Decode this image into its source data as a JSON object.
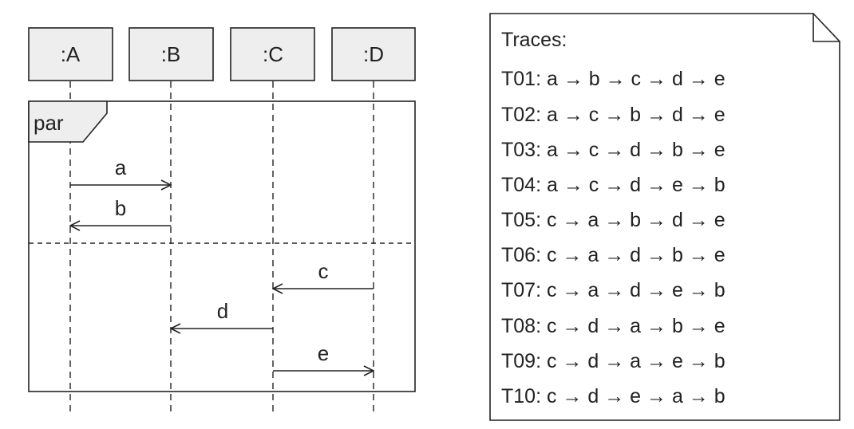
{
  "diagram": {
    "lifelines": [
      {
        "label": ":A"
      },
      {
        "label": ":B"
      },
      {
        "label": ":C"
      },
      {
        "label": ":D"
      }
    ],
    "fragment": {
      "operator": "par"
    },
    "messages": [
      {
        "label": "a",
        "from": ":A",
        "to": ":B"
      },
      {
        "label": "b",
        "from": ":B",
        "to": ":A"
      },
      {
        "label": "c",
        "from": ":D",
        "to": ":C"
      },
      {
        "label": "d",
        "from": ":C",
        "to": ":B"
      },
      {
        "label": "e",
        "from": ":C",
        "to": ":D"
      }
    ]
  },
  "note": {
    "title": "Traces:",
    "traces": [
      "T01: a → b → c → d → e",
      "T02: a → c → b → d → e",
      "T03: a → c → d → b → e",
      "T04: a → c → d → e → b",
      "T05: c → a → b → d → e",
      "T06: c → a → d → b → e",
      "T07: c → a → d → e → b",
      "T08: c → d → a → b → e",
      "T09: c → d → a → e → b",
      "T10: c → d → e → a → b"
    ]
  }
}
